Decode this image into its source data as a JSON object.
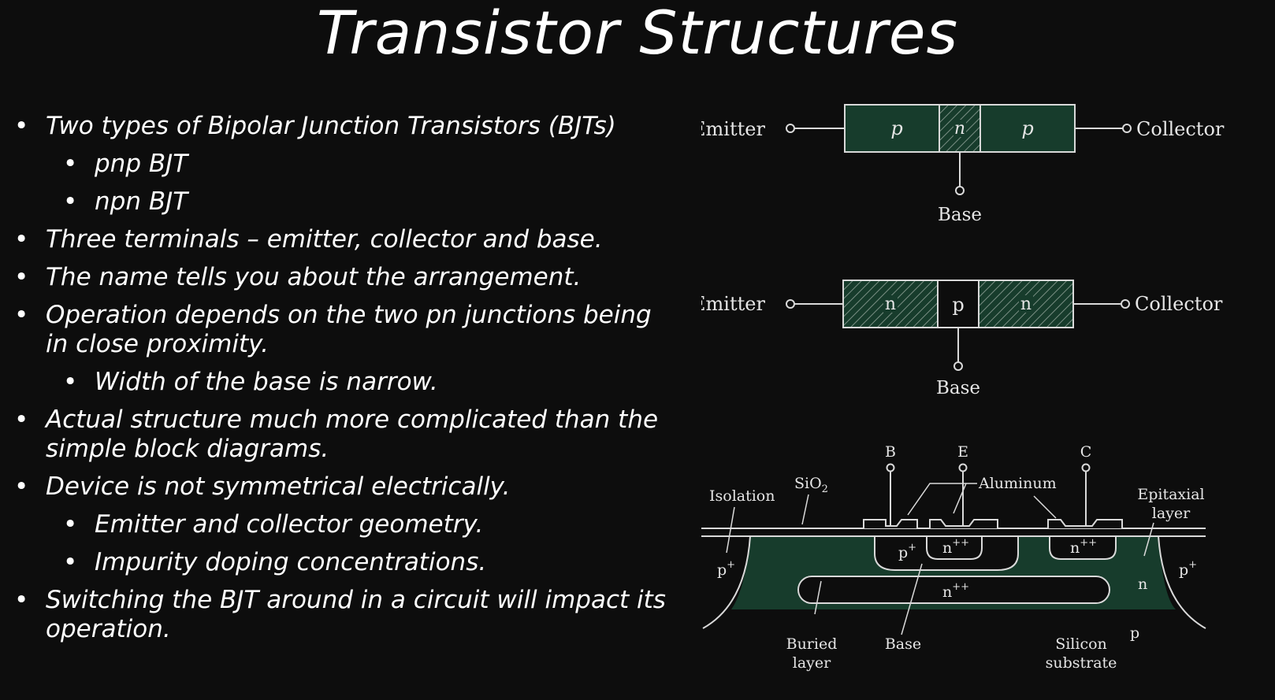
{
  "slide": {
    "title": "Transistor Structures",
    "bullets": [
      {
        "level": 1,
        "text": "Two types of Bipolar Junction Transistors (BJTs)"
      },
      {
        "level": 2,
        "text": "pnp BJT"
      },
      {
        "level": 2,
        "text": "npn BJT"
      },
      {
        "level": 1,
        "text": "Three terminals – emitter, collector and base."
      },
      {
        "level": 1,
        "text": "The name tells you about the arrangement."
      },
      {
        "level": 1,
        "text": "Operation depends on the two pn junctions being in close proximity."
      },
      {
        "level": 2,
        "text": "Width of the base is narrow."
      },
      {
        "level": 1,
        "text": "Actual structure much more complicated than the simple block diagrams."
      },
      {
        "level": 1,
        "text": "Device is not symmetrical electrically."
      },
      {
        "level": 2,
        "text": "Emitter and collector geometry."
      },
      {
        "level": 2,
        "text": "Impurity doping concentrations."
      },
      {
        "level": 1,
        "text": "Switching the BJT around in a circuit will impact its operation."
      }
    ]
  },
  "pnp": {
    "emitter": "Emitter",
    "collector": "Collector",
    "base": "Base",
    "regions": [
      "p",
      "n",
      "p"
    ]
  },
  "npn": {
    "emitter": "Emitter",
    "collector": "Collector",
    "base": "Base",
    "regions": [
      "n",
      "p",
      "n"
    ]
  },
  "cross_section": {
    "terminals": {
      "b": "B",
      "e": "E",
      "c": "C"
    },
    "aluminum": "Aluminum",
    "isolation": "Isolation",
    "sio2_main": "SiO",
    "sio2_sub": "2",
    "epitaxial_1": "Epitaxial",
    "epitaxial_2": "layer",
    "p_plus_left": "p",
    "p_plus_right": "p",
    "plus": "+",
    "base_p": "p",
    "emitter_n": "n",
    "collector_n": "n",
    "plusplus": "++",
    "buried_n": "n",
    "n_epi": "n",
    "p_sub": "p",
    "buried_1": "Buried",
    "buried_2": "layer",
    "base_label": "Base",
    "silicon_1": "Silicon",
    "silicon_2": "substrate"
  },
  "colors": {
    "background": "#0d0d0d",
    "region_fill": "#173c2c",
    "outline": "#d9d9d9"
  }
}
